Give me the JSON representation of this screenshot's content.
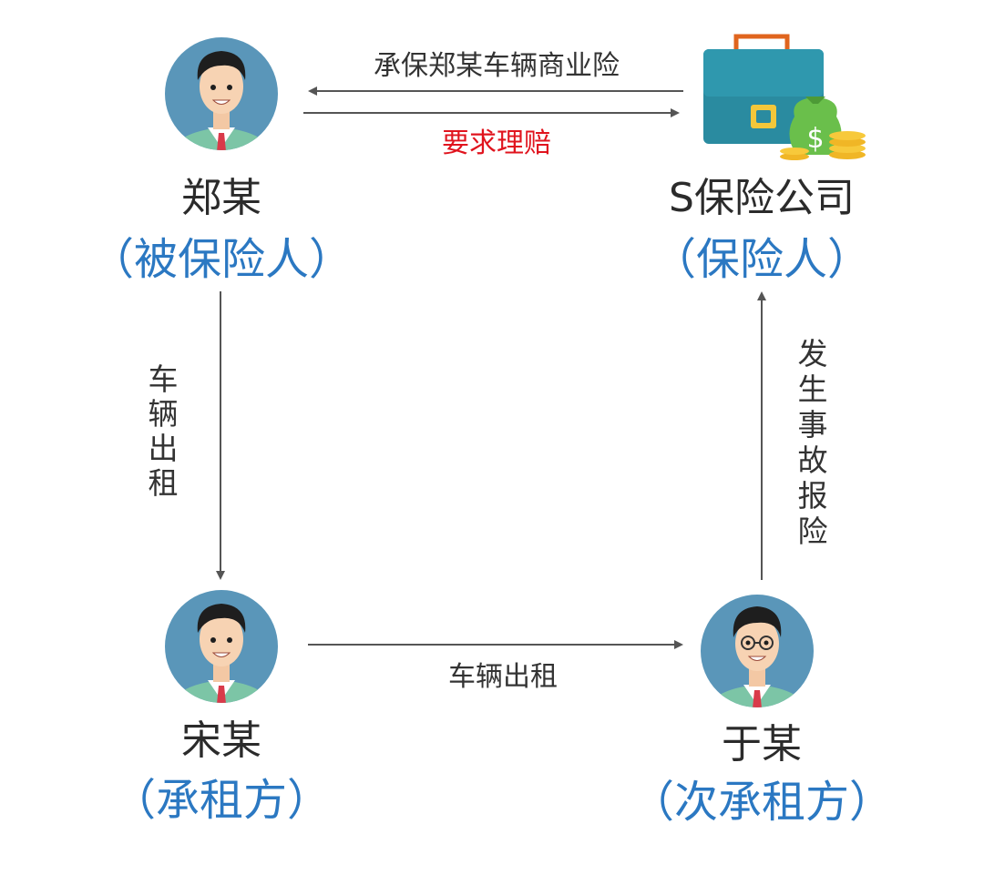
{
  "parties": {
    "zheng": {
      "name": "郑某",
      "role": "（被保险人）"
    },
    "insurer": {
      "name": "S保险公司",
      "role": "（保险人）"
    },
    "song": {
      "name": "宋某",
      "role": "（承租方）"
    },
    "yu": {
      "name": "于某",
      "role": "（次承租方）"
    }
  },
  "flows": {
    "insure": "承保郑某车辆商业险",
    "claim": "要求理赔",
    "rent_vertical": "车辆出租",
    "sublet": "车辆出租",
    "report": "发生事故报险"
  },
  "colors": {
    "role_text": "#2b78c2",
    "claim_text": "#e0141e",
    "arrow": "#555555",
    "avatar_bg": "#5a96b9",
    "briefcase": "#2a8ba0"
  }
}
